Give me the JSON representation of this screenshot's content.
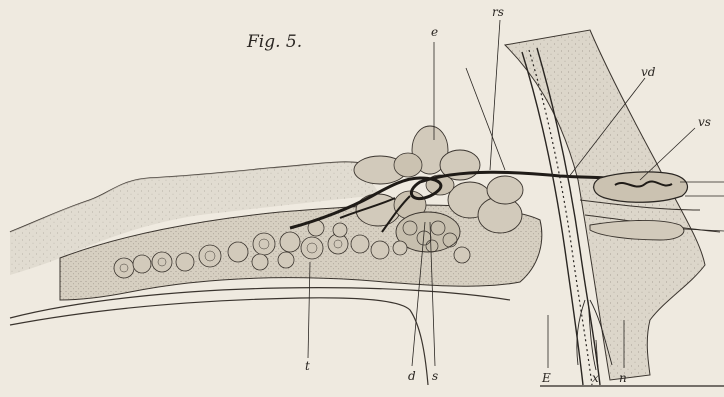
{
  "figure": {
    "title": "Fig. 5.",
    "labels": {
      "e": "e",
      "rs": "rs",
      "vd": "vd",
      "vs": "vs",
      "t": "t",
      "d": "d",
      "s": "s",
      "E": "E",
      "x": "x",
      "n": "n"
    }
  },
  "palette": {
    "paper": "#efeae0",
    "ink": "#2a2622",
    "tissue": "#dcd6ca",
    "tissue_dark": "#cfc8ba"
  }
}
